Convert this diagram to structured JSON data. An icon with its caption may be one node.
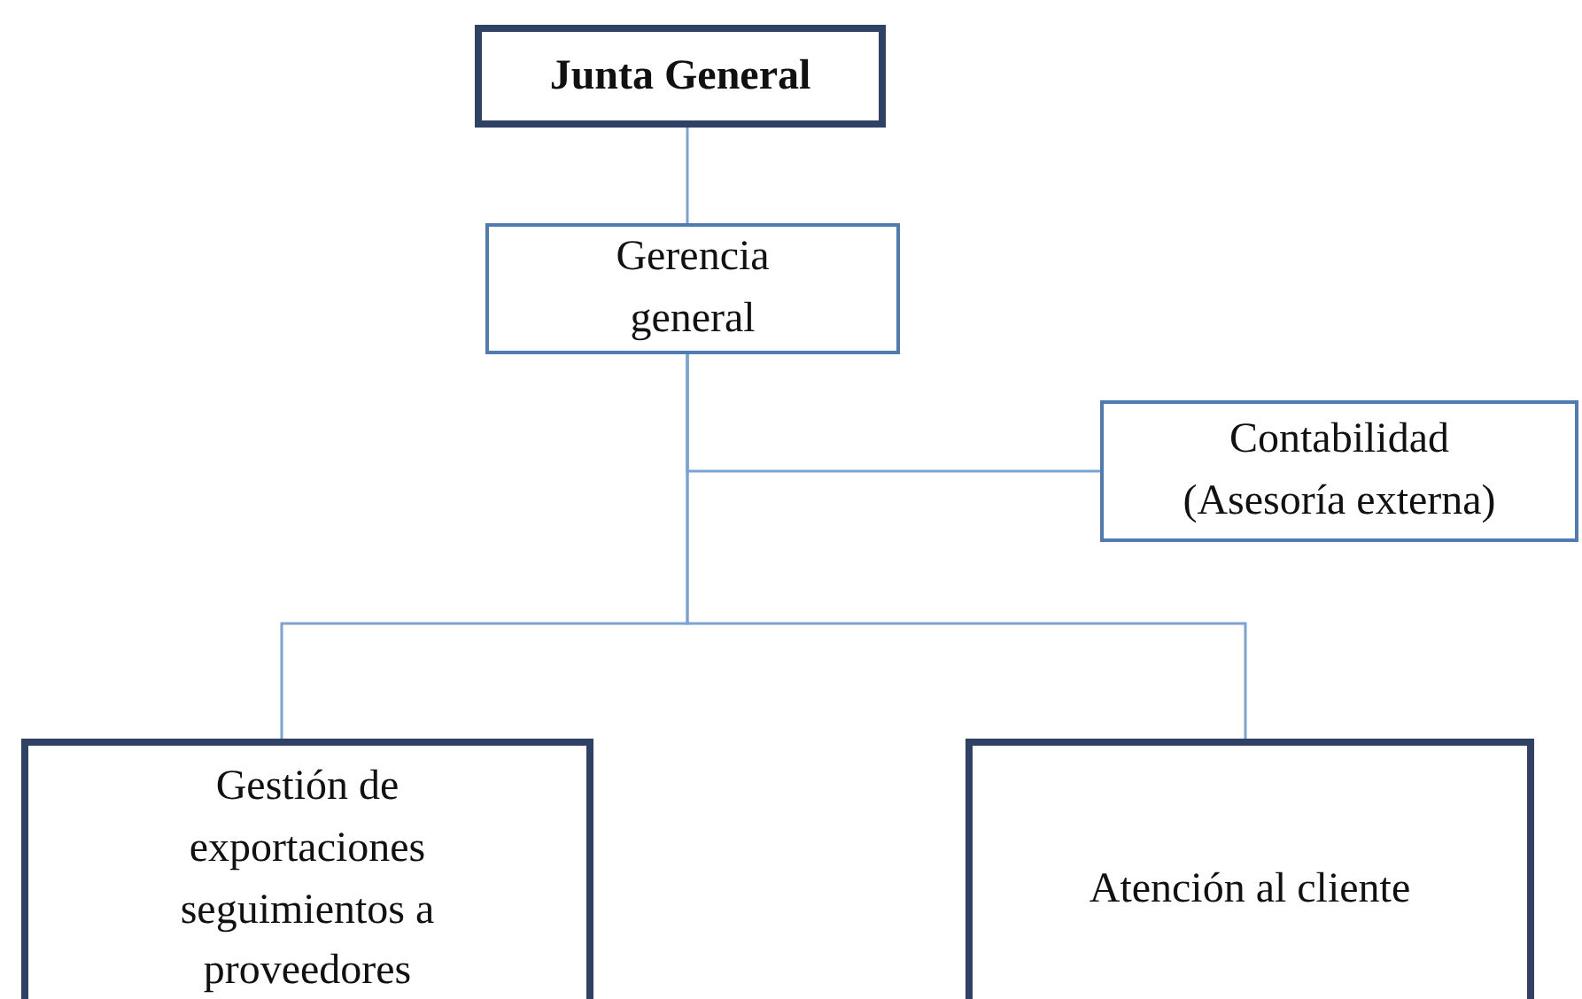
{
  "diagram": {
    "nodes": [
      {
        "text": [
          "Junta General"
        ]
      },
      {
        "text": [
          "Gerencia general"
        ]
      },
      {
        "text": [
          "Contabilidad (Asesoría externa)"
        ]
      },
      {
        "text": [
          "Gestión de exportaciones seguimientos a proveedores"
        ]
      },
      {
        "text": [
          "Atención al cliente"
        ]
      }
    ],
    "edges": [
      {
        "from": 0,
        "to": 1,
        "arrow": "none"
      },
      {
        "from": 1,
        "to": 2,
        "arrow": "none"
      },
      {
        "from": 1,
        "to": 3,
        "arrow": "none"
      },
      {
        "from": 1,
        "to": 4,
        "arrow": "none"
      }
    ]
  }
}
